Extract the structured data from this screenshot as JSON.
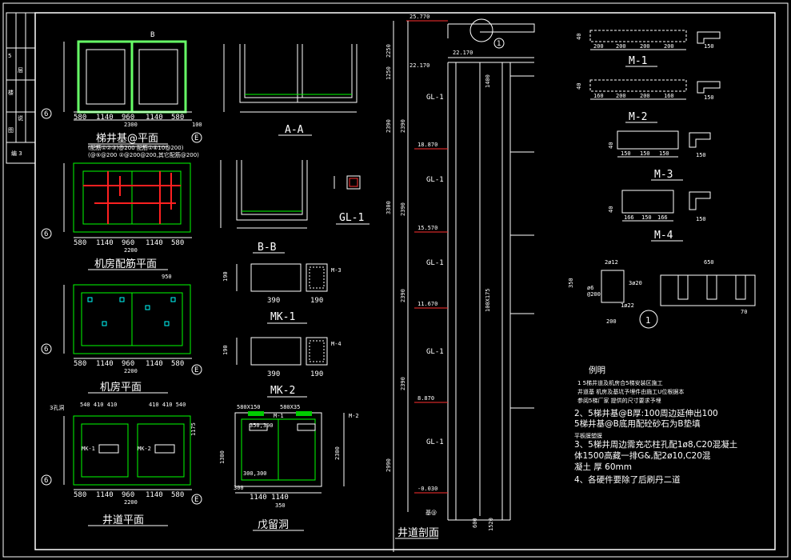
{
  "drawing": {
    "views": {
      "pit_plan": {
        "title": "梯井基@平面",
        "axis_left": "6",
        "axis_right": "E",
        "axis_b": "B",
        "dims_bottom": [
          "580",
          "1140",
          "960",
          "1140",
          "580"
        ],
        "total": "2300",
        "note_100": "100"
      },
      "machine_rebar": {
        "title": "机房配筋平面",
        "note1": "(配筋①②③)@200 配筋①④10@200)",
        "note2": "(@⑤@200 ②@200@200,其它配筋@200)",
        "dims_bottom": [
          "580",
          "1140",
          "960",
          "1140",
          "580"
        ],
        "total": "2200",
        "axis_left": "6"
      },
      "machine_plan": {
        "title": "机房平面",
        "dims_bottom": [
          "580",
          "1140",
          "960",
          "1140",
          "580"
        ],
        "total": "2200",
        "top_dim": "950",
        "axis_left": "6",
        "axis_right": "E"
      },
      "shaft_plan": {
        "title": "井道平面",
        "dims_top": "540 410 410",
        "dims_top2": "410 410 540",
        "right_dim": "1175",
        "label_left": "3孔洞",
        "mk1": "MK-1",
        "mk2": "MK-2",
        "dims_bottom": [
          "580",
          "1140",
          "960",
          "1140",
          "580"
        ],
        "total": "2200",
        "axis_left": "6",
        "axis_right": "E"
      },
      "section_aa": {
        "title": "A-A"
      },
      "section_bb": {
        "title": "B-B"
      },
      "gl1": {
        "title": "GL-1"
      },
      "mk1": {
        "title": "MK-1",
        "w": "390",
        "t": "190",
        "h": "190",
        "tag": "M-3"
      },
      "mk2": {
        "title": "MK-2",
        "w": "390",
        "t": "190",
        "h": "190",
        "tag": "M-4"
      },
      "reserved_holes": {
        "title": "戊留洞",
        "top1": "580X150",
        "top2": "580X35",
        "m1": "M-1",
        "m2": "M-2",
        "dim_left": "1300",
        "sub": "300",
        "bottom": "1140  1140",
        "total": "350",
        "side": "2300",
        "d1": "350,300",
        "d2": "300,300"
      },
      "shaft_section": {
        "title": "井道剖面",
        "levels": [
          "25.770",
          "22.170",
          "18.870",
          "15.570",
          "11.670",
          "8.870",
          "-0.030"
        ],
        "beam": "GL-1",
        "vert_dims": [
          "2250",
          "1250",
          "2390",
          "2390",
          "3300",
          "2390",
          "2390",
          "2390",
          "2990"
        ],
        "mid_dim": "1400",
        "height_label": "100X175",
        "bottom_dims": [
          "600",
          "1520"
        ],
        "base_label": "基@",
        "top_ref": "1"
      },
      "m1": {
        "title": "M-1",
        "dims": [
          "200",
          "200",
          "200",
          "200"
        ],
        "side": "150",
        "h": "40"
      },
      "m2": {
        "title": "M-2",
        "dims": [
          "160",
          "200",
          "200",
          "160"
        ],
        "side": "150",
        "h": "40"
      },
      "m3": {
        "title": "M-3",
        "dims": [
          "150",
          "150",
          "150"
        ],
        "side": "150",
        "h": "40"
      },
      "m4": {
        "title": "M-4",
        "dims": [
          "166",
          "150",
          "166"
        ],
        "side": "150",
        "h": "40"
      },
      "detail1": {
        "mark": "1",
        "top": "650",
        "bar": "2ø12",
        "s1": "ø6",
        "s2": "@200",
        "s3": "3ø20",
        "w": "200",
        "h": "350",
        "lap": "1ø22",
        "bot": "70"
      }
    },
    "notes": {
      "title": "例明",
      "items": [
        "1  5梯井道及机房合5梯安装区施工",
        "   井道基  机房及基坑予埋件由施工U位根据本",
        "   参阅5梯厂家  提供的尺寸要求予埋",
        "2、5梯井基@B厚:100周边延伸出100",
        "   5梯井基@B底用配砼砂石为B垫填",
        "   平板膜塑膜",
        "3、5梯井周边需充芯柱孔配1ø8,C20混凝土",
        "   体1500高藏一排G&,配2ø10,C20混",
        "   凝土 厚 60mm",
        "4、各硬件要除了后刷丹二道"
      ]
    },
    "title_block": {
      "r1": "5",
      "r2": "层",
      "r3": "楼",
      "r4": "说",
      "r5": "图",
      "r6": "编 3"
    }
  },
  "colors": {
    "background": "#000000",
    "line": "#ffffff",
    "accent": "#00ff00",
    "rebar": "#ff2020"
  }
}
